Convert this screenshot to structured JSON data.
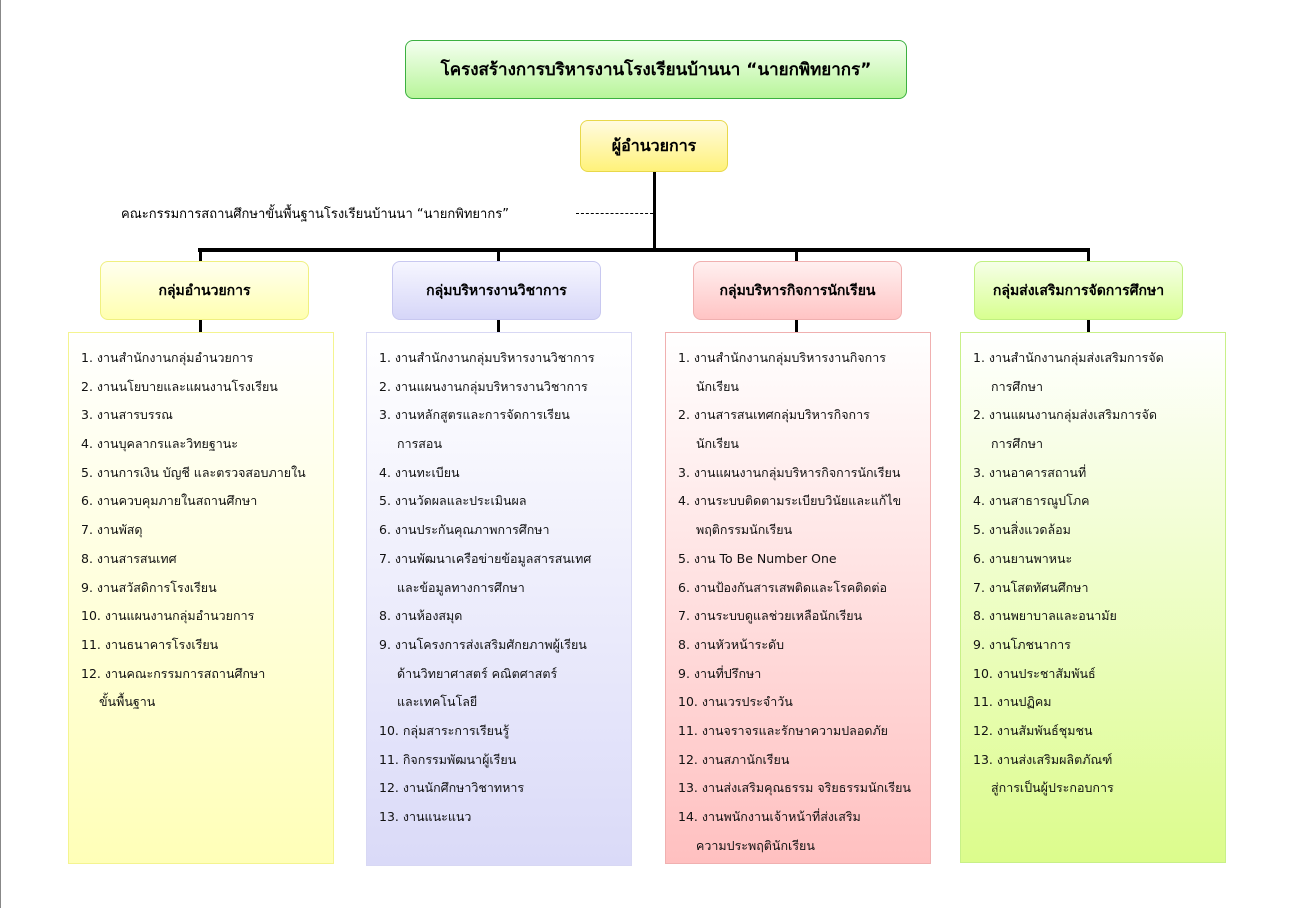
{
  "title": "โครงสร้างการบริหารงานโรงเรียนบ้านนา “นายกพิทยากร”",
  "director": "ผู้อำนวยการ",
  "committee": "คณะกรรมการสถานศึกษาขั้นพื้นฐานโรงเรียนบ้านนา “นายกพิทยากร”",
  "groups": [
    {
      "label": "กลุ่มอำนวยการ",
      "items": [
        [
          "1. งานสำนักงานกลุ่มอำนวยการ"
        ],
        [
          "2. งานนโยบายและแผนงานโรงเรียน"
        ],
        [
          "3. งานสารบรรณ"
        ],
        [
          "4. งานบุคลากรและวิทยฐานะ"
        ],
        [
          "5. งานการเงิน บัญชี และตรวจสอบภายใน"
        ],
        [
          "6. งานควบคุมภายในสถานศึกษา"
        ],
        [
          "7. งานพัสดุ"
        ],
        [
          "8. งานสารสนเทศ"
        ],
        [
          "9. งานสวัสดิการโรงเรียน"
        ],
        [
          "10. งานแผนงานกลุ่มอำนวยการ"
        ],
        [
          "11. งานธนาคารโรงเรียน"
        ],
        [
          "12. งานคณะกรรมการสถานศึกษา",
          "ขั้นพื้นฐาน"
        ]
      ]
    },
    {
      "label": "กลุ่มบริหารงานวิชาการ",
      "items": [
        [
          "1. งานสำนักงานกลุ่มบริหารงานวิชาการ"
        ],
        [
          "2. งานแผนงานกลุ่มบริหารงานวิชาการ"
        ],
        [
          "3. งานหลักสูตรและการจัดการเรียน",
          "การสอน"
        ],
        [
          "4. งานทะเบียน"
        ],
        [
          "5. งานวัดผลและประเมินผล"
        ],
        [
          "6. งานประกันคุณภาพการศึกษา"
        ],
        [
          "7. งานพัฒนาเครือข่ายข้อมูลสารสนเทศ",
          "และข้อมูลทางการศึกษา"
        ],
        [
          "8. งานห้องสมุด"
        ],
        [
          "9. งานโครงการส่งเสริมศักยภาพผู้เรียน",
          "ด้านวิทยาศาสตร์ คณิตศาสตร์",
          "และเทคโนโลยี"
        ],
        [
          "10. กลุ่มสาระการเรียนรู้"
        ],
        [
          "11. กิจกรรมพัฒนาผู้เรียน"
        ],
        [
          "12. งานนักศึกษาวิชาทหาร"
        ],
        [
          "13. งานแนะแนว"
        ]
      ]
    },
    {
      "label": "กลุ่มบริหารกิจการนักเรียน",
      "items": [
        [
          "1. งานสำนักงานกลุ่มบริหารงานกิจการ",
          "นักเรียน"
        ],
        [
          "2. งานสารสนเทศกลุ่มบริหารกิจการ",
          "นักเรียน"
        ],
        [
          "3. งานแผนงานกลุ่มบริหารกิจการนักเรียน"
        ],
        [
          "4. งานระบบติดตามระเบียบวินัยและแก้ไข",
          "พฤติกรรมนักเรียน"
        ],
        [
          "5. งาน To Be Number One"
        ],
        [
          "6. งานป้องกันสารเสพติดและโรคติดต่อ"
        ],
        [
          "7. งานระบบดูแลช่วยเหลือนักเรียน"
        ],
        [
          "8. งานหัวหน้าระดับ"
        ],
        [
          "9. งานที่ปรึกษา"
        ],
        [
          "10. งานเวรประจำวัน"
        ],
        [
          "11. งานจราจรและรักษาความปลอดภัย"
        ],
        [
          "12. งานสภานักเรียน"
        ],
        [
          "13. งานส่งเสริมคุณธรรม จริยธรรมนักเรียน"
        ],
        [
          "14. งานพนักงานเจ้าหน้าที่ส่งเสริม",
          "ความประพฤตินักเรียน"
        ]
      ]
    },
    {
      "label": "กลุ่มส่งเสริมการจัดการศึกษา",
      "items": [
        [
          "1. งานสำนักงานกลุ่มส่งเสริมการจัด",
          "การศึกษา"
        ],
        [
          "2. งานแผนงานกลุ่มส่งเสริมการจัด",
          "การศึกษา"
        ],
        [
          "3. งานอาคารสถานที่"
        ],
        [
          "4. งานสาธารณูปโภค"
        ],
        [
          "5. งานสิ่งแวดล้อม"
        ],
        [
          "6. งานยานพาหนะ"
        ],
        [
          "7. งานโสตทัศนศึกษา"
        ],
        [
          "8. งานพยาบาลและอนามัย"
        ],
        [
          "9. งานโภชนาการ"
        ],
        [
          "10. งานประชาสัมพันธ์"
        ],
        [
          "11. งานปฏิคม"
        ],
        [
          "12. งานสัมพันธ์ชุมชน"
        ],
        [
          "13. งานส่งเสริมผลิตภัณฑ์",
          "สู่การเป็นผู้ประกอบการ"
        ]
      ]
    }
  ]
}
